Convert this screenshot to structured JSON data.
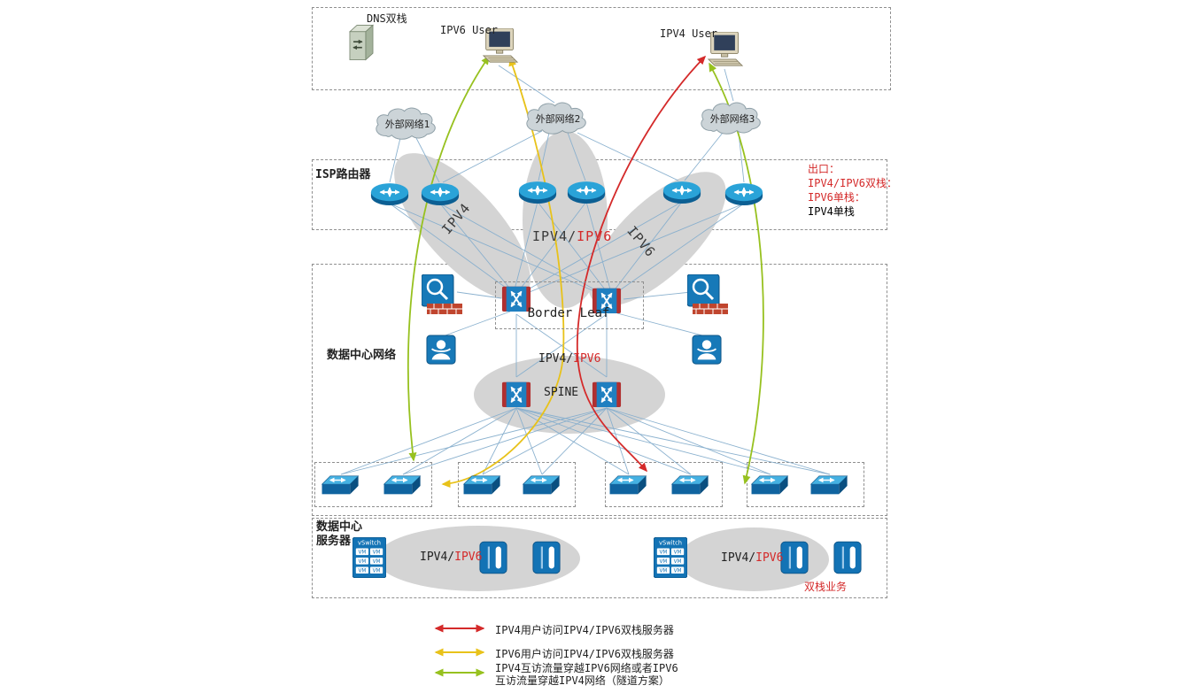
{
  "colors": {
    "flow_red": "#d42a2a",
    "flow_yellow": "#e8c21a",
    "flow_green": "#97c11f",
    "device_blue": "#1779b8",
    "blob_gray": "#d4d4d4",
    "line_blue": "#86aecd"
  },
  "top": {
    "dns_label": "DNS双栈",
    "ipv6_user": "IPV6 User",
    "ipv4_user": "IPV4 User"
  },
  "clouds": [
    {
      "label": "外部网络1"
    },
    {
      "label": "外部网络2"
    },
    {
      "label": "外部网络3"
    }
  ],
  "isp": {
    "label": "ISP路由器",
    "exit_legend": [
      {
        "text": "出口：",
        "color": "#d42a2a"
      },
      {
        "text": "IPV4/IPV6双栈：",
        "color": "#d42a2a"
      },
      {
        "text": "IPV6单栈：",
        "color": "#d42a2a"
      },
      {
        "text": "IPV4单栈",
        "color": "#222222"
      }
    ]
  },
  "blobs": {
    "ipv4": "IPV4",
    "dual_black": "IPV4/",
    "dual_red": "IPV6",
    "ipv6": "IPV6"
  },
  "dc": {
    "label": "数据中心网络",
    "border_leaf": "Border Leaf",
    "spine": "SPINE",
    "dual_black": "IPV4/",
    "dual_red": "IPV6"
  },
  "servers": {
    "label_line1": "数据中心",
    "label_line2": "服务器",
    "vswitch_label": "vSwitch",
    "vm_label": "VM",
    "group1_black": "IPV4/",
    "group1_red": "IPV6",
    "group2_black": "IPV4/",
    "group2_red": "IPV6",
    "note": "双栈业务"
  },
  "legend": [
    {
      "color": "#d42a2a",
      "text": "IPV4用户访问IPV4/IPV6双栈服务器"
    },
    {
      "color": "#e8c21a",
      "text": "IPV6用户访问IPV4/IPV6双栈服务器"
    },
    {
      "color": "#97c11f",
      "text_line1": "IPV4互访流量穿越IPV6网络或者IPV6",
      "text_line2": "互访流量穿越IPV4网络（隧道方案）"
    }
  ]
}
